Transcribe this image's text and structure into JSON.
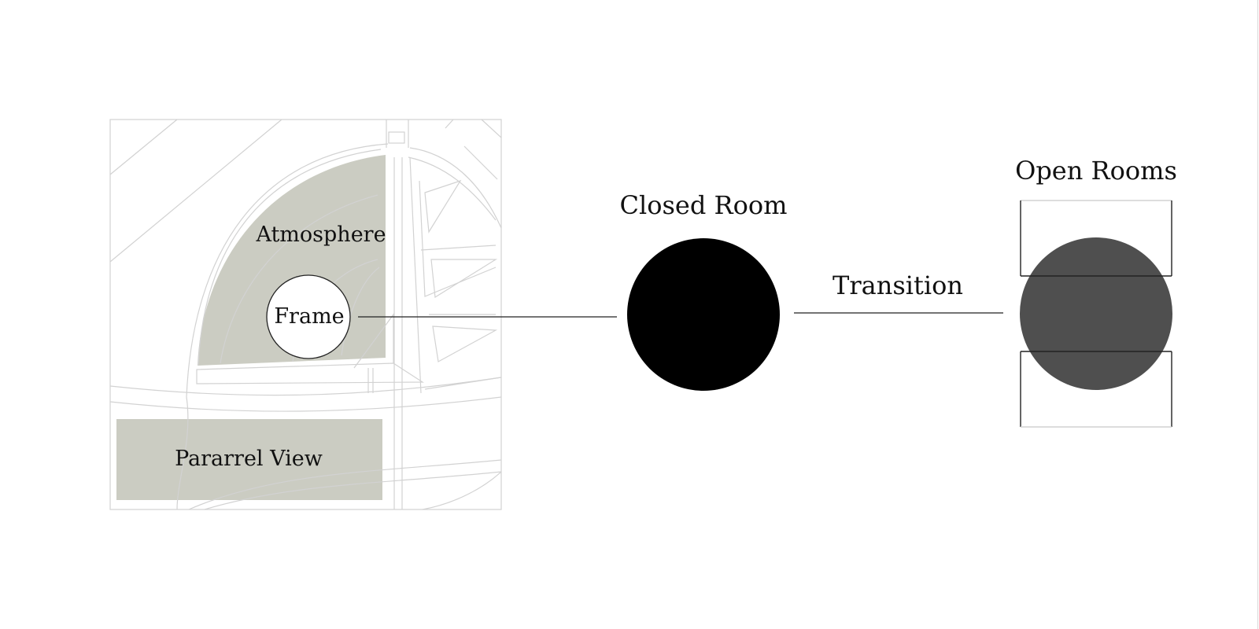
{
  "labels": {
    "atmosphere": "Atmosphere",
    "frame": "Frame",
    "parallel_view": "Pararrel View",
    "closed_room": "Closed Room",
    "transition": "Transition",
    "open_rooms": "Open Rooms"
  },
  "colors": {
    "zone_fill": "#cbccc2",
    "plan_line": "#d2d2d2",
    "closed_room": "#000000",
    "open_room": "#4f4f4f",
    "connector": "#222222"
  }
}
